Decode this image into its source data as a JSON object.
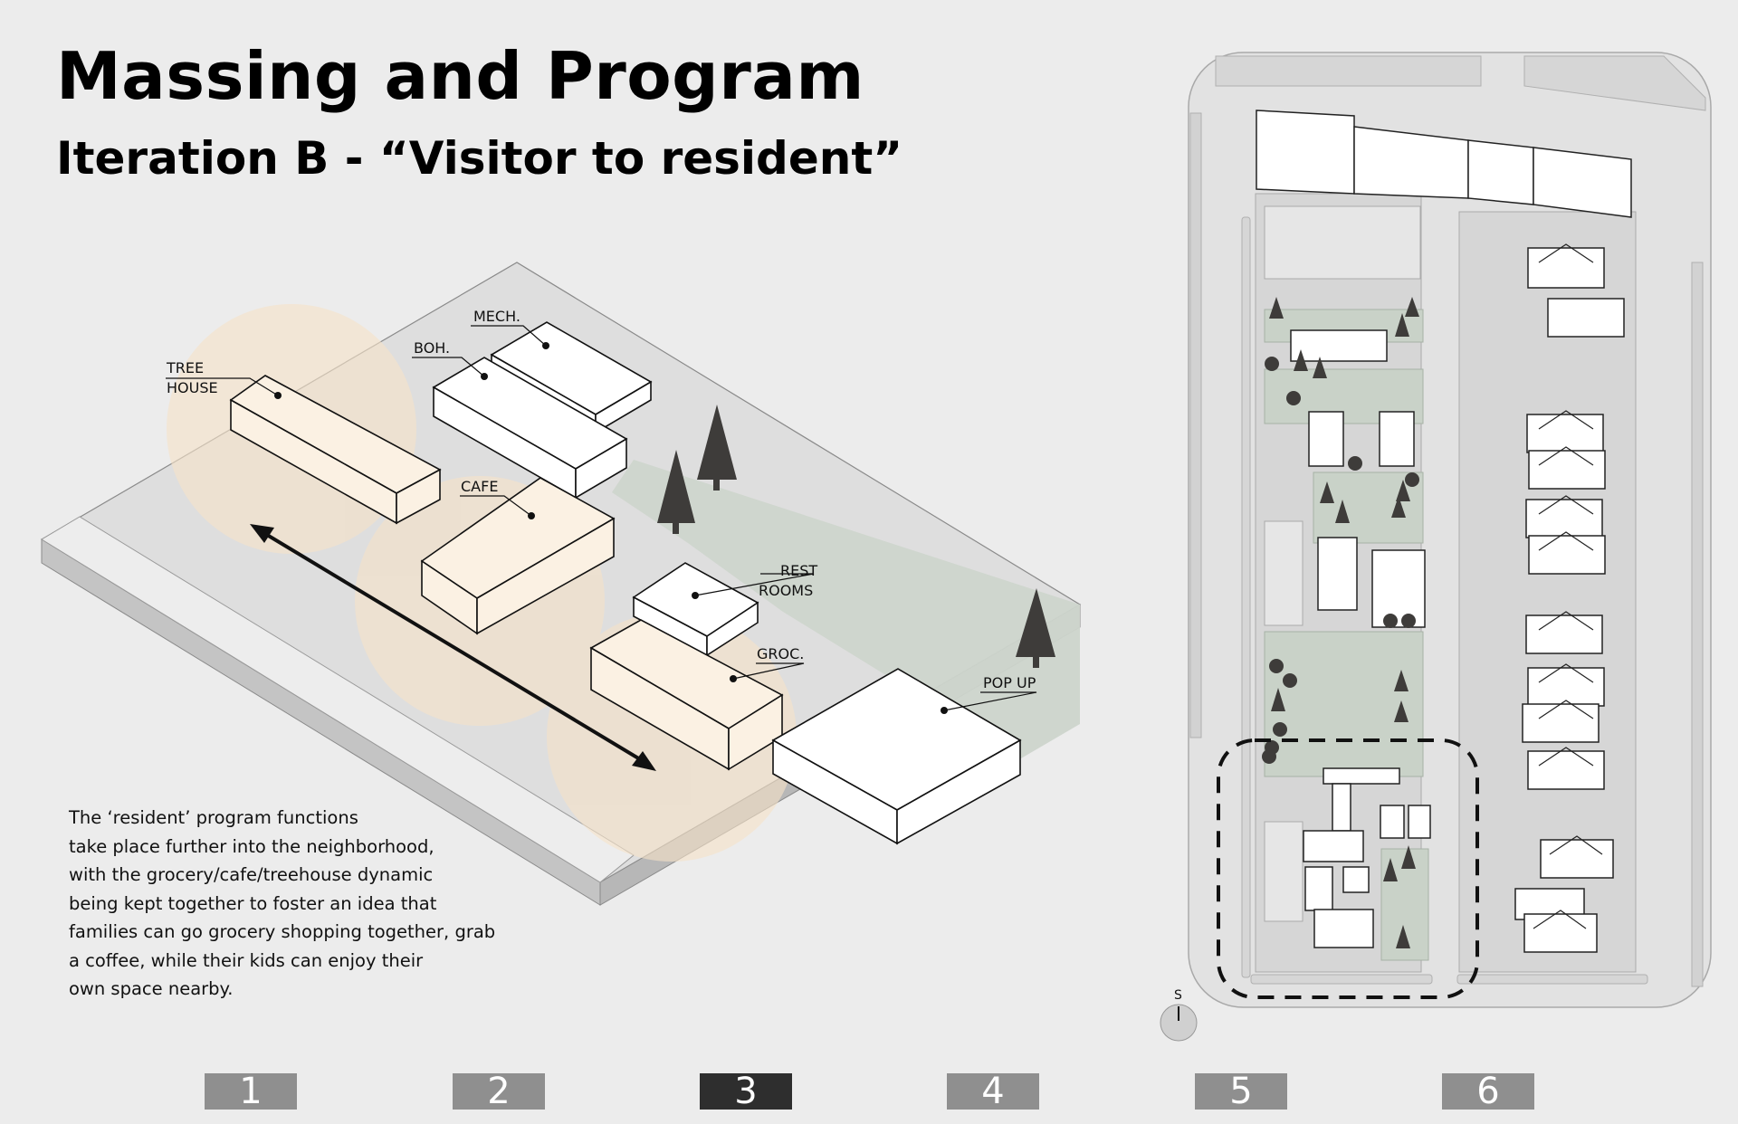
{
  "header": {
    "title": "Massing and Program",
    "subtitle": "Iteration B - “Visitor to resident”"
  },
  "massing": {
    "labels": {
      "tree_house_1": "TREE",
      "tree_house_2": "HOUSE",
      "mech": "MECH.",
      "boh": "BOH.",
      "cafe": "CAFE",
      "rest_rooms_1": "REST",
      "rest_rooms_2": "ROOMS",
      "groc": "GROC.",
      "pop_up": "POP UP"
    }
  },
  "description": [
    "The ‘resident’ program functions",
    "take place further into the neighborhood,",
    "with the grocery/cafe/treehouse dynamic",
    "being kept together to foster an idea that",
    "families can go grocery shopping together, grab",
    "a coffee, while their kids can enjoy their",
    "own space nearby."
  ],
  "site_plan": {
    "north_label": "S"
  },
  "pagination": {
    "pages": [
      "1",
      "2",
      "3",
      "4",
      "5",
      "6"
    ],
    "active": "3"
  },
  "colors": {
    "program_fill": "#fbf1e3",
    "influence_circle": "#f6e2c8",
    "green_space": "#cdd5cc",
    "ground": "#dcdcdc",
    "tree": "#3e3c3a",
    "active_page": "#2e2e2e",
    "inactive_page": "#8f8f8f"
  }
}
